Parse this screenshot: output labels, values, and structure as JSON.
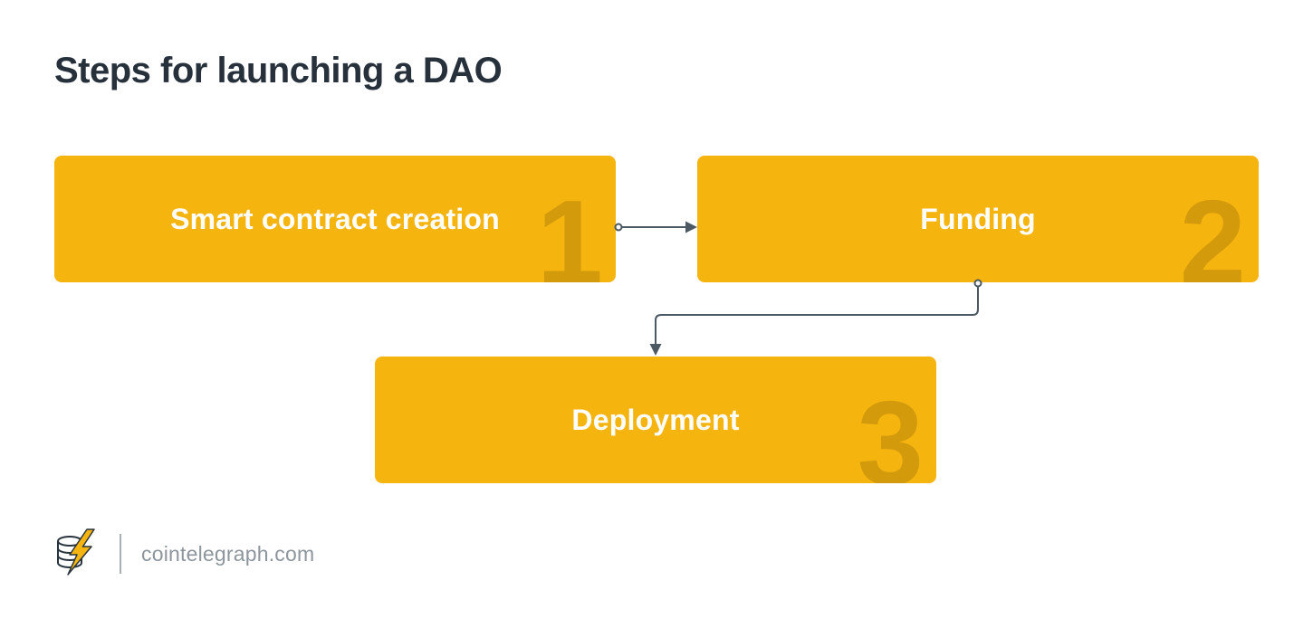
{
  "title": "Steps for launching a DAO",
  "steps": [
    {
      "number": "1",
      "label": "Smart contract creation"
    },
    {
      "number": "2",
      "label": "Funding"
    },
    {
      "number": "3",
      "label": "Deployment"
    }
  ],
  "arrows": [
    {
      "from": "Smart contract creation",
      "to": "Funding"
    },
    {
      "from": "Funding",
      "to": "Deployment"
    }
  ],
  "footer": {
    "site": "cointelegraph.com",
    "logo_icon": "cointelegraph-coin-stack-bolt-logo"
  },
  "colors": {
    "background": "#FFFFFF",
    "box": "#F6B40F",
    "title": "#26313C",
    "box-label": "#FFFFFF",
    "watermark": "rgba(0,0,0,0.14)",
    "arrow": "#4C5862",
    "footer-text": "#8D969D"
  }
}
